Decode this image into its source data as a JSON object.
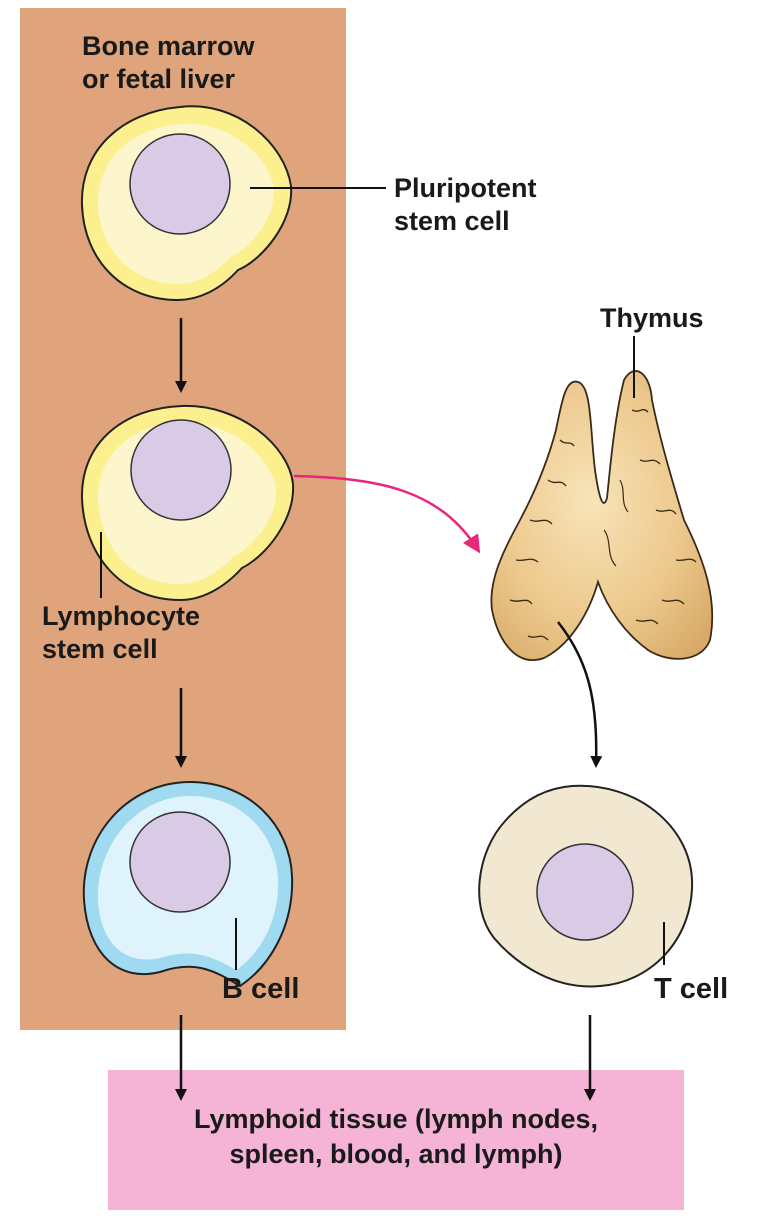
{
  "regions": {
    "bone_marrow": {
      "line1": "Bone marrow",
      "line2": "or fetal liver"
    },
    "lymphoid_tissue": {
      "line1": "Lymphoid tissue (lymph nodes,",
      "line2": "spleen, blood, and lymph)"
    }
  },
  "labels": {
    "pluripotent": {
      "line1": "Pluripotent",
      "line2": "stem cell"
    },
    "lymphocyte": {
      "line1": "Lymphocyte",
      "line2": "stem cell"
    },
    "thymus": "Thymus",
    "b_cell": "B cell",
    "t_cell": "T cell"
  },
  "colors": {
    "bone_marrow_bg": "#dfa47c",
    "lymphoid_bg": "#f5b3d6",
    "stem_cell_outer": "#fbef8e",
    "stem_cell_inner": "#fdf6cc",
    "nucleus": "#d9cbe6",
    "b_cell_outer": "#9fdaf0",
    "b_cell_inner": "#def3fb",
    "t_cell": "#f2e8d2",
    "thymus": "#ecc88c",
    "pink_arrow": "#e8267c"
  }
}
